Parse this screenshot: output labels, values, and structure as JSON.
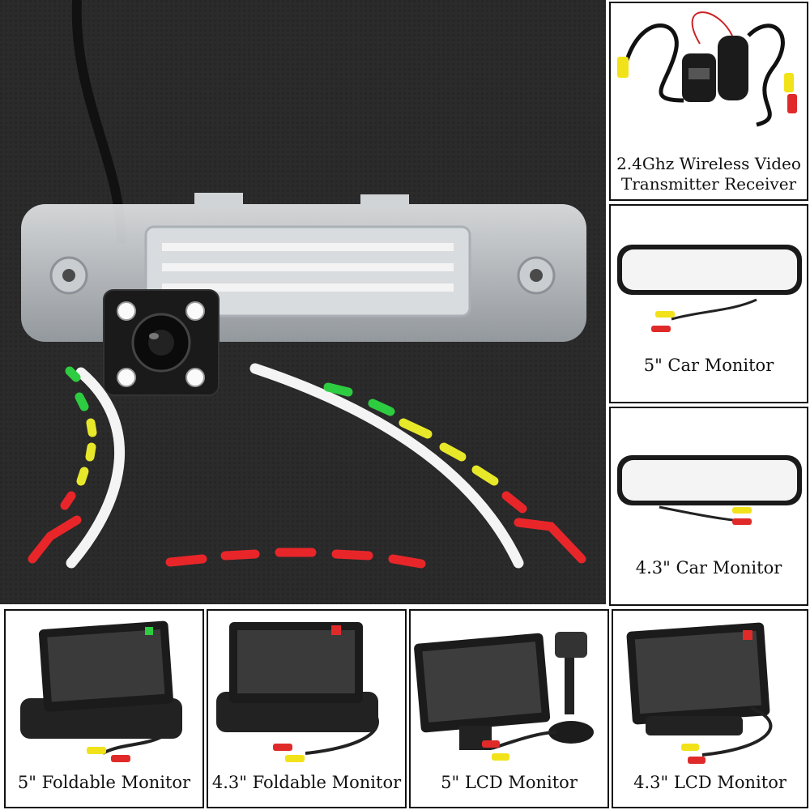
{
  "panels": {
    "wireless": {
      "caption_line1": "2.4Ghz Wireless Video",
      "caption_line2": "Transmitter Receiver"
    },
    "car_monitor_5": {
      "caption": "5\" Car Monitor"
    },
    "car_monitor_43": {
      "caption": "4.3\" Car Monitor"
    },
    "foldable_5": {
      "caption": "5\" Foldable Monitor"
    },
    "foldable_43": {
      "caption": "4.3\" Foldable Monitor"
    },
    "lcd_5": {
      "caption": "5\" LCD Monitor"
    },
    "lcd_43": {
      "caption": "4.3\" LCD Monitor"
    }
  },
  "colors": {
    "background": "#2a2a2a",
    "guide_green": "#2ecc40",
    "guide_yellow": "#e8e82a",
    "guide_red": "#e8262a",
    "rca_yellow": "#f2e21a",
    "rca_red": "#e02a2a"
  }
}
